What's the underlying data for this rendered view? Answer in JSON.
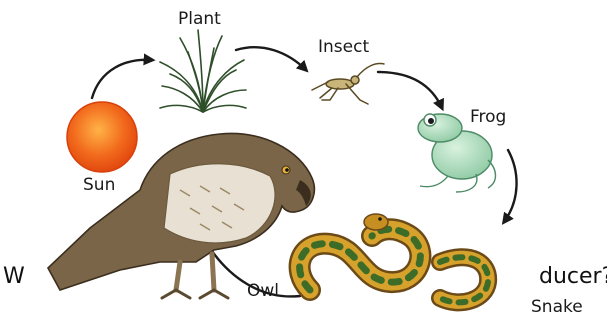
{
  "diagram": {
    "nodes": [
      {
        "id": "sun",
        "label": "Sun"
      },
      {
        "id": "plant",
        "label": "Plant"
      },
      {
        "id": "insect",
        "label": "Insect"
      },
      {
        "id": "frog",
        "label": "Frog"
      },
      {
        "id": "snake",
        "label": "Snake"
      },
      {
        "id": "owl",
        "label": "Owl"
      }
    ],
    "edges": [
      {
        "from": "sun",
        "to": "plant"
      },
      {
        "from": "plant",
        "to": "insect"
      },
      {
        "from": "insect",
        "to": "frog"
      },
      {
        "from": "frog",
        "to": "snake"
      },
      {
        "from": "snake",
        "to": "owl"
      }
    ]
  },
  "question": {
    "left_fragment": "W",
    "right_fragment": "ducer?"
  }
}
